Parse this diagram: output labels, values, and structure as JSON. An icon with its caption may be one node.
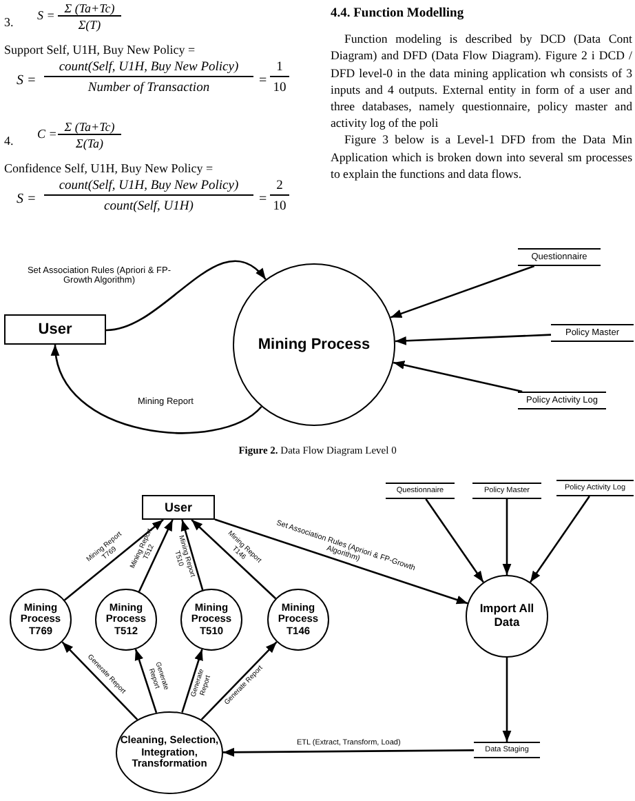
{
  "diagram": {
    "nodes": [
      {
        "text": [
          "User"
        ]
      },
      {
        "text": [
          "Mining Process"
        ]
      },
      {
        "text": [
          "Questionnaire"
        ]
      },
      {
        "text": [
          "Policy Master"
        ]
      },
      {
        "text": [
          "Policy Activity Log"
        ]
      },
      {
        "text": [
          "User"
        ]
      },
      {
        "text": [
          "Mining Process T769"
        ]
      },
      {
        "text": [
          "Mining Process T512"
        ]
      },
      {
        "text": [
          "Mining Process T510"
        ]
      },
      {
        "text": [
          "Mining Process T146"
        ]
      },
      {
        "text": [
          "Import All Data"
        ]
      },
      {
        "text": [
          "Questionnaire"
        ]
      },
      {
        "text": [
          "Policy Master"
        ]
      },
      {
        "text": [
          "Policy Activity Log"
        ]
      },
      {
        "text": [
          "Cleaning, Selection, Integration, Transformation"
        ]
      },
      {
        "text": [
          "Data Staging"
        ]
      }
    ],
    "edges": [
      {
        "from": 0,
        "to": 1,
        "arrow": "to",
        "label": "Set Association Rules (Apriori & FP-Growth Algorithm)"
      },
      {
        "from": 1,
        "to": 0,
        "arrow": "to",
        "label": "Mining Report"
      },
      {
        "from": 2,
        "to": 1,
        "arrow": "to"
      },
      {
        "from": 3,
        "to": 1,
        "arrow": "to"
      },
      {
        "from": 4,
        "to": 1,
        "arrow": "to"
      },
      {
        "from": 6,
        "to": 5,
        "arrow": "to",
        "label": "Mining Report T769"
      },
      {
        "from": 7,
        "to": 5,
        "arrow": "to",
        "label": "Mining Report T512"
      },
      {
        "from": 8,
        "to": 5,
        "arrow": "to",
        "label": "Mining Report T510"
      },
      {
        "from": 9,
        "to": 5,
        "arrow": "to",
        "label": "Mining Report T146"
      },
      {
        "from": 5,
        "to": 10,
        "arrow": "to",
        "label": "Set Association Rules (Apriori & FP-Growth Algorithm)"
      },
      {
        "from": 11,
        "to": 10,
        "arrow": "to"
      },
      {
        "from": 12,
        "to": 10,
        "arrow": "to"
      },
      {
        "from": 13,
        "to": 10,
        "arrow": "to"
      },
      {
        "from": 10,
        "to": 15,
        "arrow": "to"
      },
      {
        "from": 15,
        "to": 14,
        "arrow": "to",
        "label": "ETL (Extract, Transform, Load)"
      },
      {
        "from": 14,
        "to": 6,
        "arrow": "to",
        "label": "Generate Report"
      },
      {
        "from": 14,
        "to": 7,
        "arrow": "to",
        "label": "Generate Report"
      },
      {
        "from": 14,
        "to": 8,
        "arrow": "to",
        "label": "Generate Report"
      },
      {
        "from": 14,
        "to": 9,
        "arrow": "to",
        "label": "Generate Report"
      }
    ],
    "labels": [
      "3.",
      "S =",
      "Σ (Ta+Tc)",
      "Σ(T)",
      "Support Self, U1H, Buy New Policy =",
      "S =",
      "count(Self, U1H, Buy New Policy)",
      "Number of Transaction",
      "=",
      "1",
      "10",
      "4.",
      "C =",
      "Σ (Ta+Tc)",
      "Σ(Ta)",
      "Confidence Self, U1H, Buy New Policy =",
      "S =",
      "count(Self, U1H, Buy New Policy)",
      "count(Self, U1H)",
      "=",
      "2",
      "10",
      "4.4. Function Modelling",
      "Function modeling is described by DCD (Data Cont Diagram) and DFD (Data Flow Diagram). Figure 2 i DCD / DFD level-0 in the data mining application wh consists of 3 inputs and 4 outputs. External entity in form of a user and three databases, namely questionnaire, policy master and activity log of the poli",
      "Figure 3 below is a Level-1 DFD from the Data Min Application which is broken down into several sm processes to explain the functions and data flows.",
      "**Figure 2.** Data Flow Diagram Level 0"
    ]
  }
}
